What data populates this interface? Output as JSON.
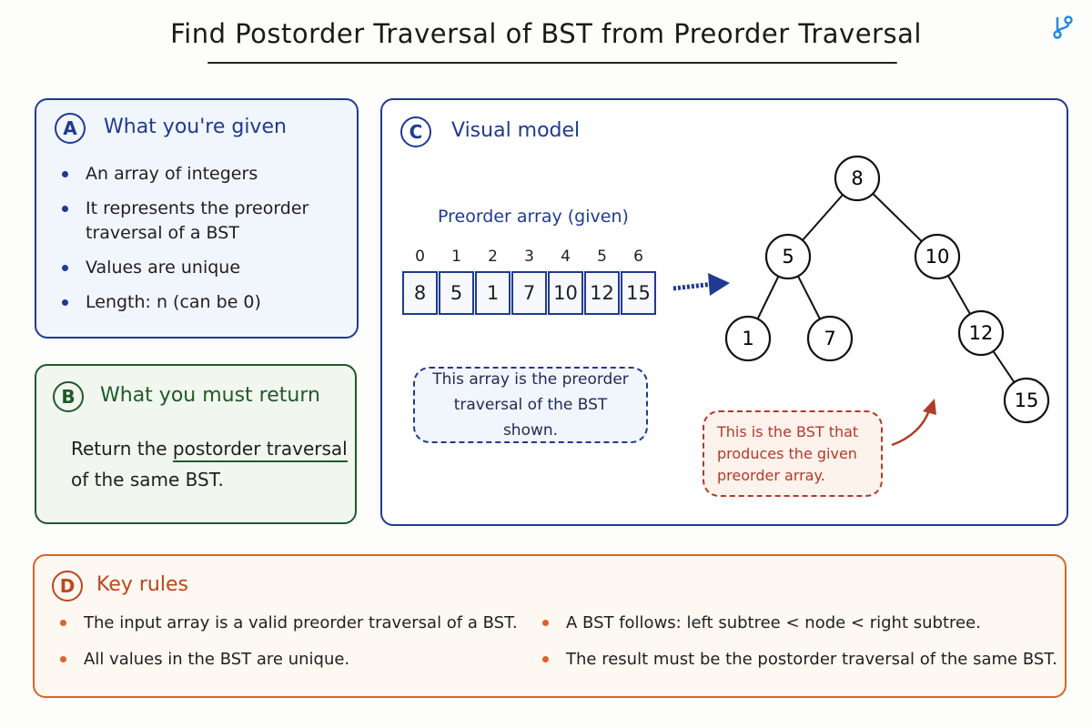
{
  "title": "Find Postorder Traversal of BST from Preorder Traversal",
  "logo": {
    "icon": "branch-icon",
    "color": "#1e88e5"
  },
  "colors": {
    "blue": "#1f3a93",
    "green": "#1f5a2a",
    "orange": "#d8642a",
    "red": "#b33a2a"
  },
  "panel_a": {
    "badge": "A",
    "heading": "What you're given",
    "items": [
      "An array of integers",
      "It represents the preorder traversal of a BST",
      "Values are unique",
      "Length: n (can be 0)"
    ]
  },
  "panel_b": {
    "badge": "B",
    "heading": "What you must return",
    "text_before": "Return the ",
    "text_underlined": "postorder traversal",
    "text_after": "of the same BST."
  },
  "panel_c": {
    "badge": "C",
    "heading": "Visual model",
    "array_label": "Preorder array (given)",
    "indices": [
      "0",
      "1",
      "2",
      "3",
      "4",
      "5",
      "6"
    ],
    "values": [
      "8",
      "5",
      "1",
      "7",
      "10",
      "12",
      "15"
    ],
    "note_array": "This array is the preorder traversal of the BST shown.",
    "note_tree": "This is the BST that produces the given preorder array.",
    "tree": {
      "nodes": [
        "8",
        "5",
        "10",
        "1",
        "7",
        "12",
        "15"
      ],
      "edges": [
        [
          "8",
          "5"
        ],
        [
          "8",
          "10"
        ],
        [
          "5",
          "1"
        ],
        [
          "5",
          "7"
        ],
        [
          "10",
          "12"
        ],
        [
          "12",
          "15"
        ]
      ]
    }
  },
  "panel_d": {
    "badge": "D",
    "heading": "Key rules",
    "left": [
      "The input array is a valid preorder traversal of a BST.",
      "All values in the BST are unique."
    ],
    "right": [
      "A BST follows: left subtree < node < right subtree.",
      "The result must be the postorder traversal of the same BST."
    ]
  }
}
